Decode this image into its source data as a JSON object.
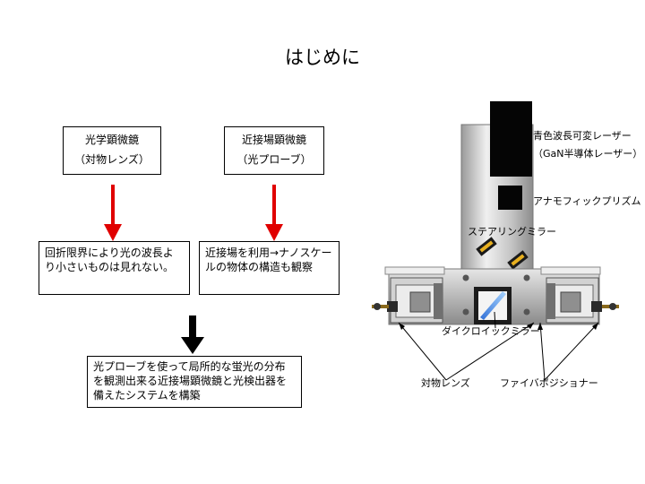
{
  "title": "はじめに",
  "boxes": {
    "optical": {
      "line1": "光学顕微鏡",
      "line2": "（対物レンズ）"
    },
    "nearfield": {
      "line1": "近接場顕微鏡",
      "line2": "（光プローブ）"
    },
    "optical_note": "回折限界により光の波長より小さいものは見れない。",
    "nearfield_note": "近接場を利用→ナノスケールの物体の構造も観察",
    "system": "光プローブを使って局所的な蛍光の分布を観測出来る近接場顕微鏡と光検出器を備えたシステムを構築"
  },
  "apparatus_labels": {
    "laser_line1": "青色波長可変レーザー",
    "laser_line2": "（GaN半導体レーザー）",
    "prism": "アナモフィックプリズム",
    "steering": "ステアリングミラー",
    "dichroic": "ダイクロイックミラー",
    "objective": "対物レンズ",
    "positioner": "ファイバポジショナー"
  },
  "colors": {
    "arrow_red": "#e00000",
    "arrow_black": "#000000",
    "metal": "#c8c8c8"
  }
}
